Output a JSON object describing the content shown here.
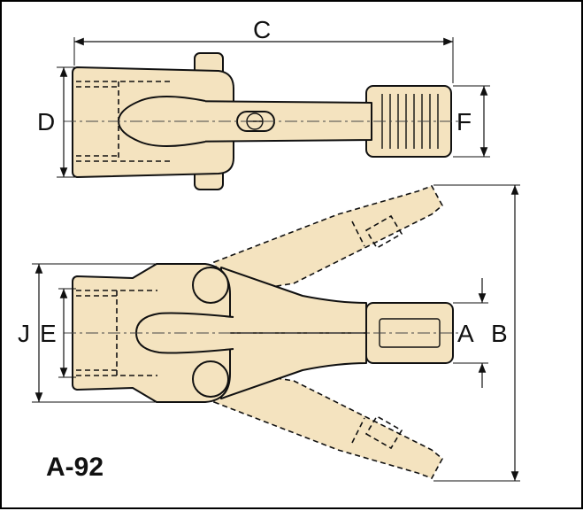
{
  "labels": {
    "C": "C",
    "D": "D",
    "F": "F",
    "J": "J",
    "E": "E",
    "A": "A",
    "B": "B"
  },
  "model": "A-92"
}
